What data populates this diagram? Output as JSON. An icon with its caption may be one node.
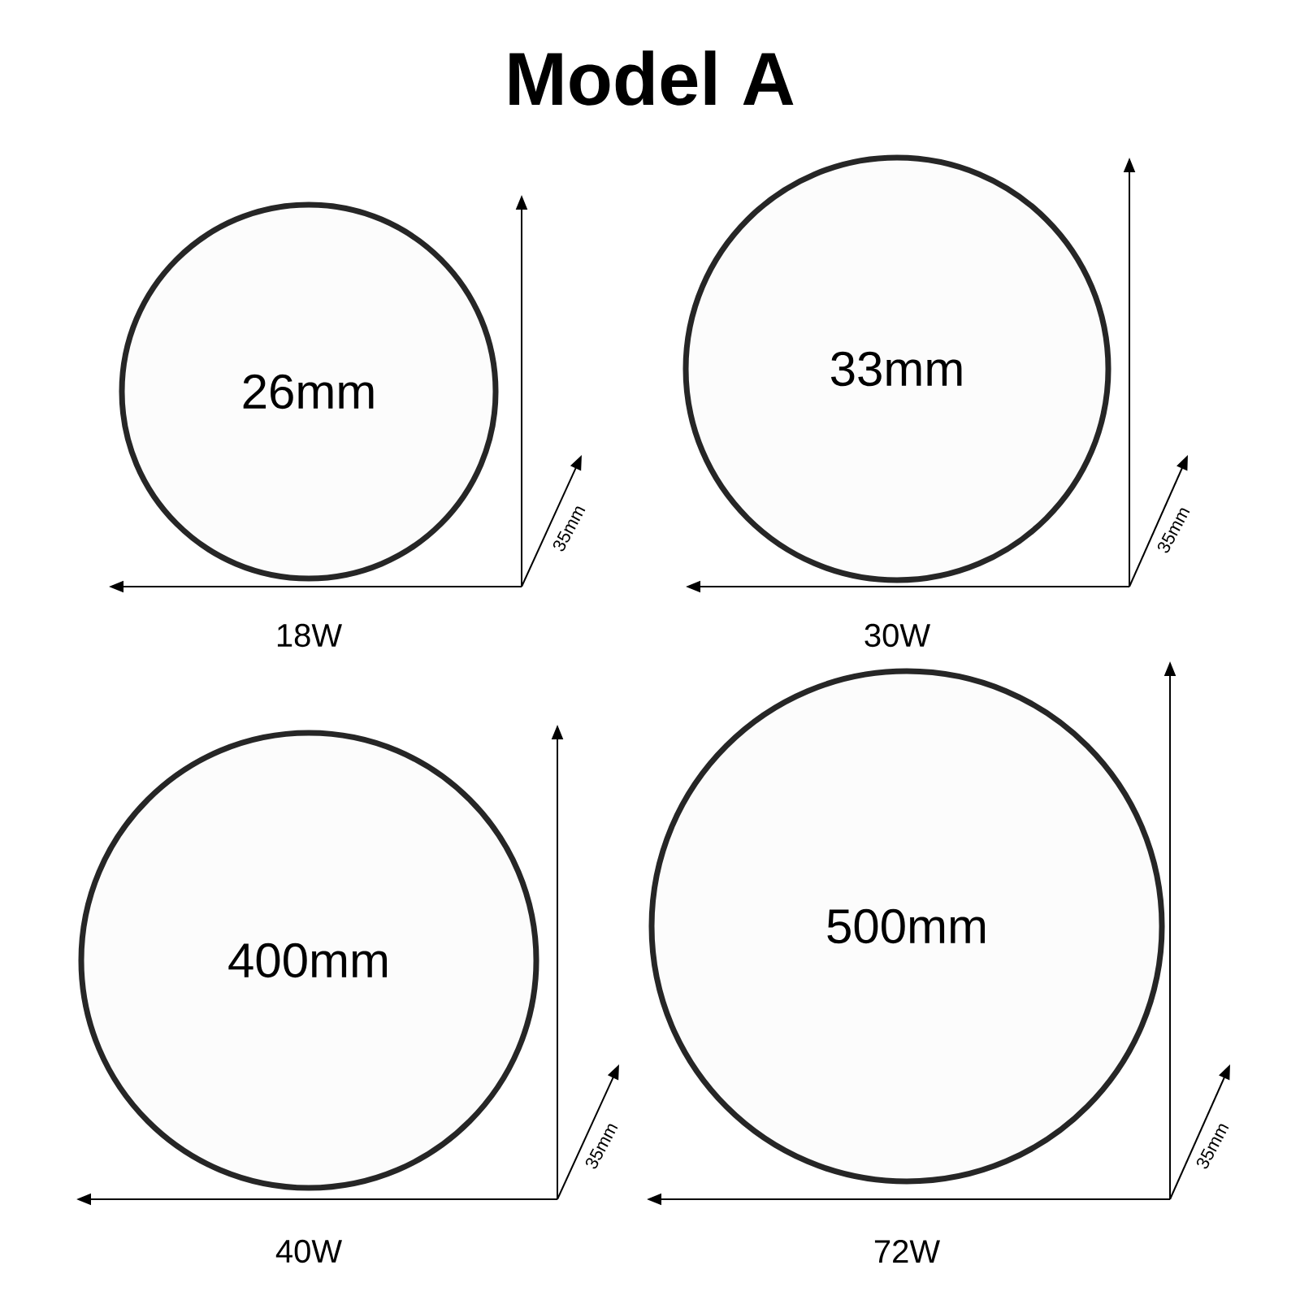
{
  "diagram": {
    "title": "Model A",
    "nodes": [
      {
        "text": [
          "26mm"
        ]
      },
      {
        "text": [
          "33mm"
        ]
      },
      {
        "text": [
          "400mm"
        ]
      },
      {
        "text": [
          "500mm"
        ]
      }
    ],
    "labels": [
      "35mm",
      "35mm",
      "18W",
      "30W",
      "35mm",
      "35mm",
      "40W",
      "72W"
    ]
  }
}
